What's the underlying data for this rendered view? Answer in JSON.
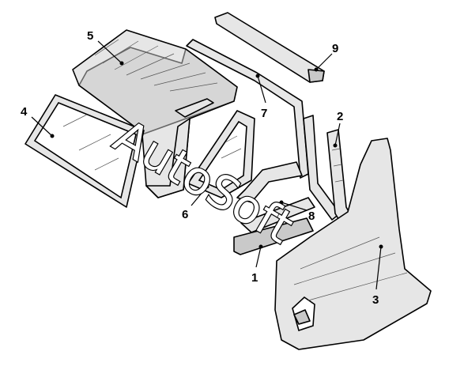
{
  "callouts": [
    {
      "number": "1"
    },
    {
      "number": "2"
    },
    {
      "number": "3"
    },
    {
      "number": "4"
    },
    {
      "number": "5"
    },
    {
      "number": "6"
    },
    {
      "number": "7"
    },
    {
      "number": "8"
    },
    {
      "number": "9"
    }
  ],
  "watermark": {
    "text": "AutoSoft"
  }
}
